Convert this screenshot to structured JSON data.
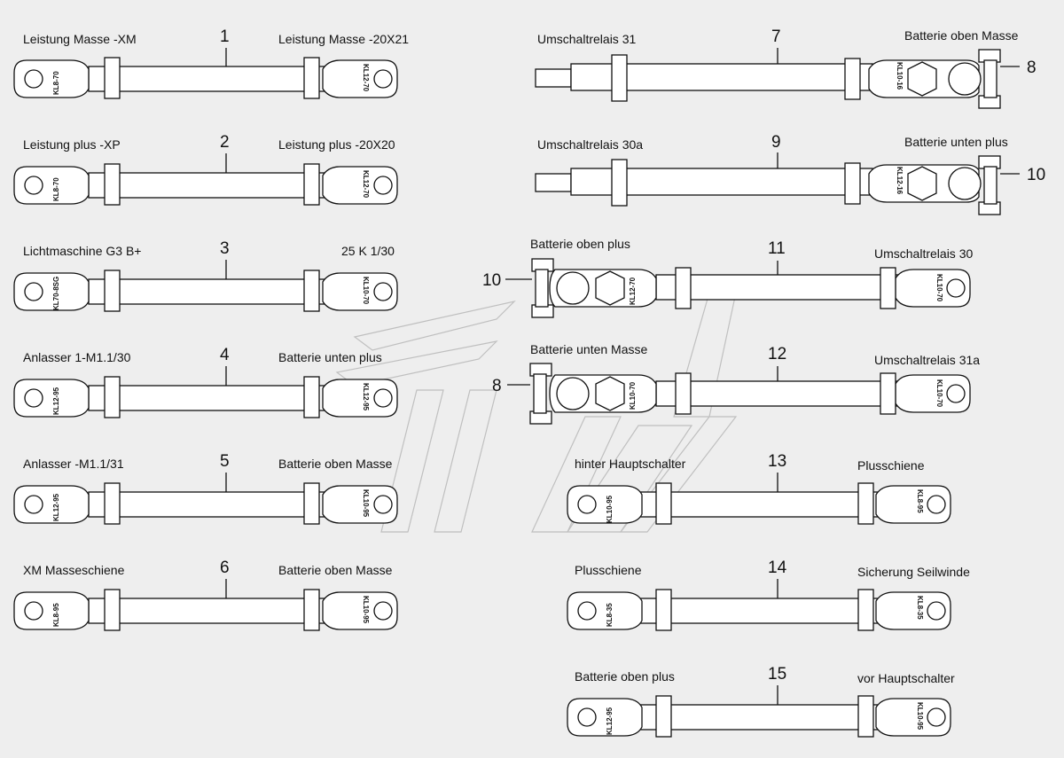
{
  "diagram": {
    "cables": [
      {
        "number": "1",
        "left_label": "Leistung Masse -XM",
        "right_label": "Leistung Masse -20X21",
        "left_tag": "KL8-70",
        "right_tag": "KL12-70"
      },
      {
        "number": "2",
        "left_label": "Leistung plus -XP",
        "right_label": "Leistung plus -20X20",
        "left_tag": "KL8-70",
        "right_tag": "KL12-70"
      },
      {
        "number": "3",
        "left_label": "Lichtmaschine G3 B+",
        "right_label": "25 K 1/30",
        "left_tag": "KL70-8SG",
        "right_tag": "KL10-70"
      },
      {
        "number": "4",
        "left_label": "Anlasser 1-M1.1/30",
        "right_label": "Batterie unten plus",
        "left_tag": "KL12-95",
        "right_tag": "KL12-95"
      },
      {
        "number": "5",
        "left_label": "Anlasser -M1.1/31",
        "right_label": "Batterie oben Masse",
        "left_tag": "KL12-95",
        "right_tag": "KL10-95"
      },
      {
        "number": "6",
        "left_label": "XM Masseschiene",
        "right_label": "Batterie oben Masse",
        "left_tag": "KL8-95",
        "right_tag": "KL10-95"
      },
      {
        "number": "7",
        "left_label": "Umschaltrelais 31",
        "right_label": "Batterie oben Masse",
        "right_tag": "KL10-16",
        "clamp_number": "8"
      },
      {
        "number": "9",
        "left_label": "Umschaltrelais 30a",
        "right_label": "Batterie unten plus",
        "right_tag": "KL12-16",
        "clamp_number": "10"
      },
      {
        "number": "11",
        "left_label": "Batterie oben plus",
        "right_label": "Umschaltrelais 30",
        "left_tag": "KL12-70",
        "right_tag": "KL10-70",
        "clamp_number": "10"
      },
      {
        "number": "12",
        "left_label": "Batterie unten Masse",
        "right_label": "Umschaltrelais 31a",
        "left_tag": "KL10-70",
        "right_tag": "KL10-70",
        "clamp_number": "8"
      },
      {
        "number": "13",
        "left_label": "hinter Hauptschalter",
        "right_label": "Plusschiene",
        "left_tag": "KL10-95",
        "right_tag": "KL8-95"
      },
      {
        "number": "14",
        "left_label": "Plusschiene",
        "right_label": "Sicherung Seilwinde",
        "left_tag": "KL8-35",
        "right_tag": "KL8-35"
      },
      {
        "number": "15",
        "left_label": "Batterie oben plus",
        "right_label": "vor Hauptschalter",
        "left_tag": "KL12-95",
        "right_tag": "KL10-95"
      }
    ]
  }
}
